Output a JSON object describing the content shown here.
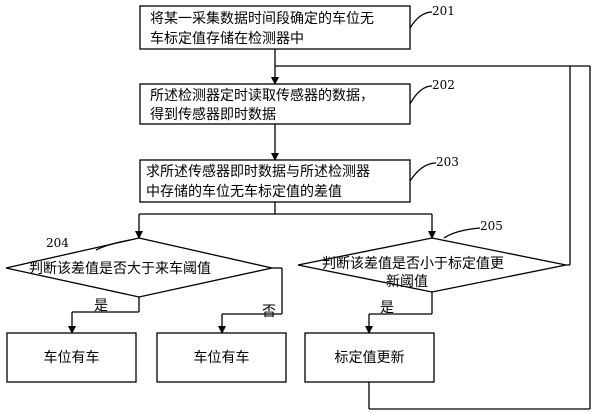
{
  "steps": {
    "s201": {
      "ref": "201",
      "lines": [
        "将某一采集数据时间段确定的车位无",
        "车标定值存储在检测器中"
      ]
    },
    "s202": {
      "ref": "202",
      "lines": [
        "所述检测器定时读取传感器的数据，",
        "得到传感器即时数据"
      ]
    },
    "s203": {
      "ref": "203",
      "lines": [
        "求所述传感器即时数据与所述检测器",
        "中存储的车位无车标定值的差值"
      ]
    },
    "d204": {
      "ref": "204",
      "lines": [
        "判断该差值是否大于来车阈值"
      ]
    },
    "d205": {
      "ref": "205",
      "lines": [
        "判断该差值是否小于标定值更",
        "新阈值"
      ]
    }
  },
  "outcomes": {
    "left_yes": "车位有车",
    "left_no": "车位有车",
    "update": "标定值更新"
  },
  "branch_labels": {
    "yes_204": "是",
    "no_204": "否",
    "yes_205": "是"
  }
}
